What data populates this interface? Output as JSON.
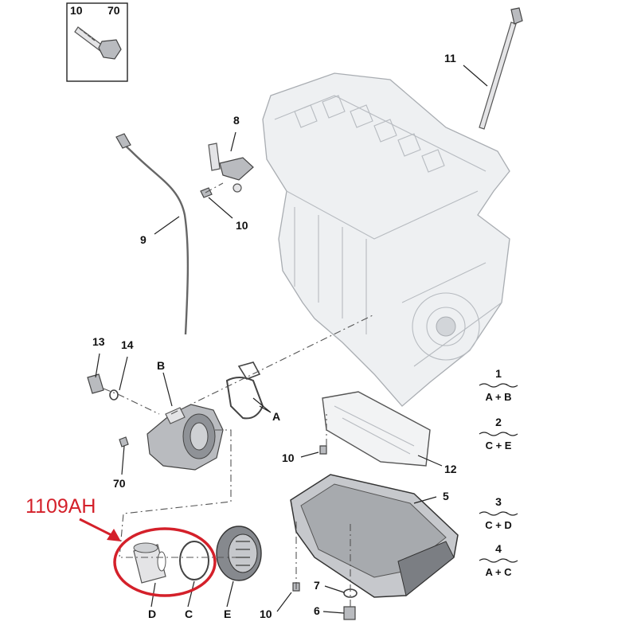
{
  "fastener_box": {
    "qty_left": "10",
    "qty_right": "70"
  },
  "labels": {
    "p11": "11",
    "p8": "8",
    "p10_top": "10",
    "p9": "9",
    "p13": "13",
    "p14": "14",
    "pB": "B",
    "pA": "A",
    "p70": "70",
    "p10_mid": "10",
    "p12": "12",
    "p5": "5",
    "pD": "D",
    "pC": "C",
    "pE": "E",
    "p7": "7",
    "p6": "6",
    "p10_bottom": "10"
  },
  "callout": {
    "part_number": "1109AH",
    "color": "#d4202a"
  },
  "kits": [
    {
      "number": "1",
      "combo": "A + B"
    },
    {
      "number": "2",
      "combo": "C + E"
    },
    {
      "number": "3",
      "combo": "C + D"
    },
    {
      "number": "4",
      "combo": "A + C"
    }
  ]
}
